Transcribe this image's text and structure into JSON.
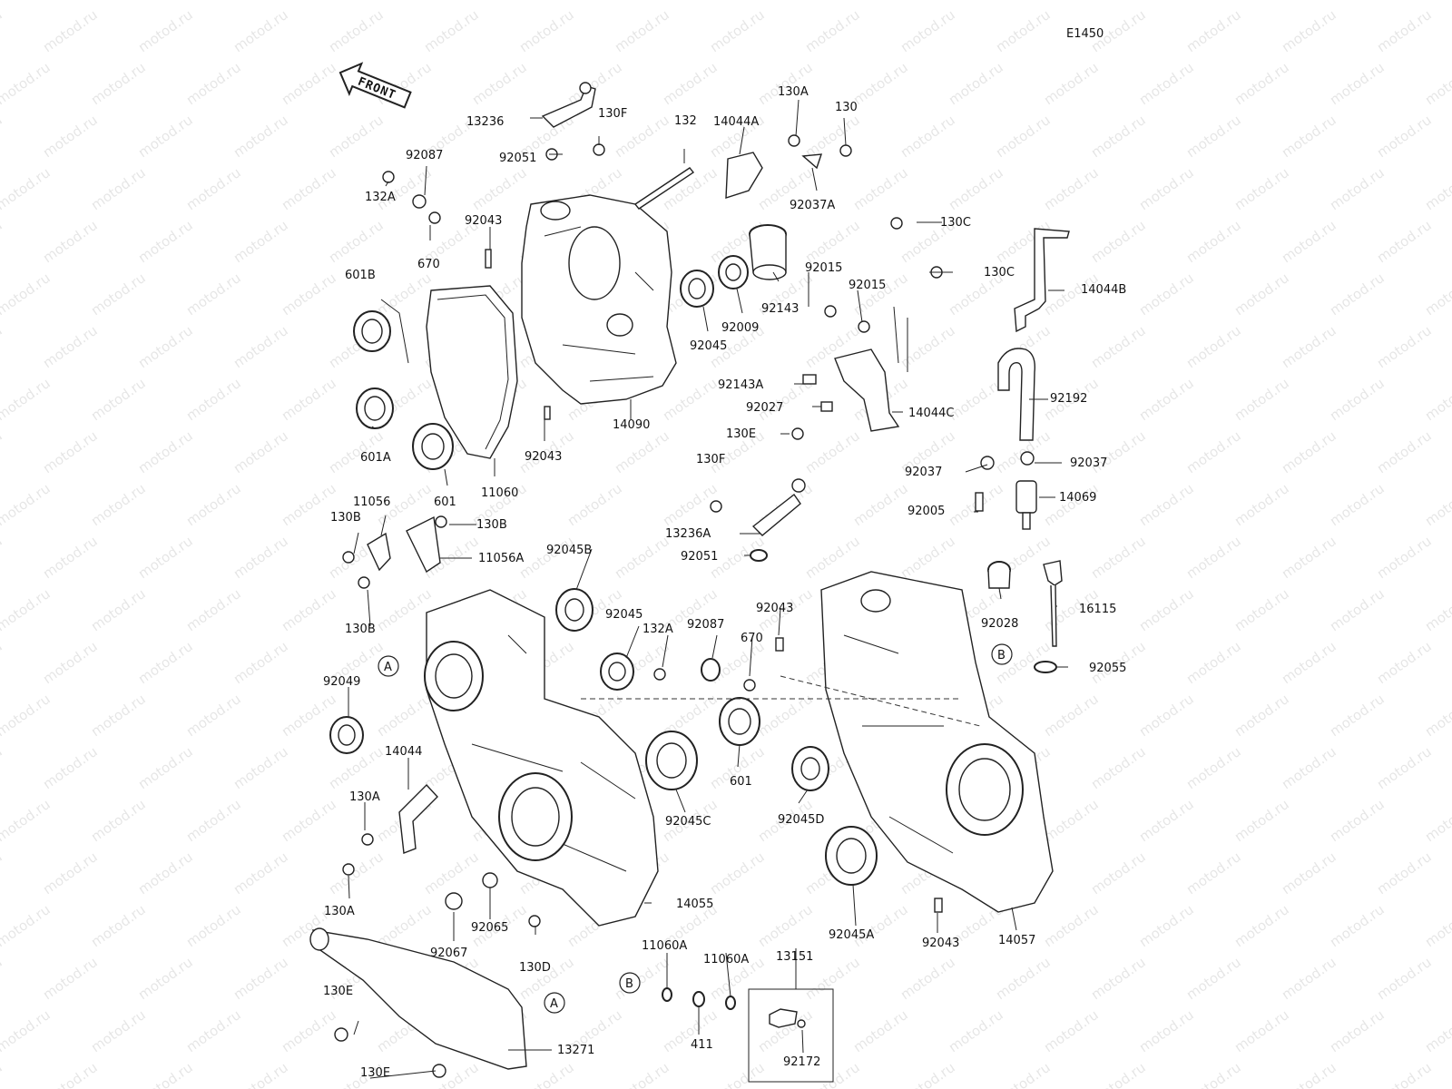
{
  "diagram_code": "E1450",
  "front_label": "FRONT",
  "watermark": "motod.ru",
  "labels": {
    "l13236": "13236",
    "l130F_top": "130F",
    "l92051_top": "92051",
    "l132": "132",
    "l14044A": "14044A",
    "l130A_top": "130A",
    "l130_top": "130",
    "l92037A": "92037A",
    "l92087_top": "92087",
    "l132A_top": "132A",
    "l670_top": "670",
    "l92043_a": "92043",
    "l601B": "601B",
    "l601A": "601A",
    "l601_top": "601",
    "l11060": "11060",
    "l92043_b": "92043",
    "l14090": "14090",
    "l92045_top": "92045",
    "l92009": "92009",
    "l92143": "92143",
    "l92015_a": "92015",
    "l92015_b": "92015",
    "l130C_a": "130C",
    "l130C_b": "130C",
    "l14044B": "14044B",
    "l92143A": "92143A",
    "l92027": "92027",
    "l14044C": "14044C",
    "l130E_mid": "130E",
    "l92192": "92192",
    "l92037_l": "92037",
    "l92037_r": "92037",
    "l130F_mid": "130F",
    "l92005": "92005",
    "l14069": "14069",
    "l13236A": "13236A",
    "l92051_mid": "92051",
    "l11056": "11056",
    "l130B_a": "130B",
    "l130B_b": "130B",
    "l11056A": "11056A",
    "l130B_c": "130B",
    "l92045B": "92045B",
    "l92045_mid": "92045",
    "l132A_mid": "132A",
    "l92087_mid": "92087",
    "l670_mid": "670",
    "l92043_c": "92043",
    "l92028": "92028",
    "l16115": "16115",
    "l92055": "92055",
    "l92049": "92049",
    "l601_mid": "601",
    "l92045C": "92045C",
    "l92045D": "92045D",
    "l14044": "14044",
    "l130A_a": "130A",
    "l130A_b": "130A",
    "l14055": "14055",
    "l92065": "92065",
    "l92067": "92067",
    "l130D": "130D",
    "l92045A": "92045A",
    "l92043_d": "92043",
    "l14057": "14057",
    "l11060A_a": "11060A",
    "l11060A_b": "11060A",
    "l13151": "13151",
    "l411": "411",
    "l92172": "92172",
    "l130E_a": "130E",
    "l130E_b": "130E",
    "l13271": "13271"
  },
  "refs": {
    "refA_1": "A",
    "refB_1": "B",
    "refA_2": "A",
    "refB_2": "B"
  }
}
